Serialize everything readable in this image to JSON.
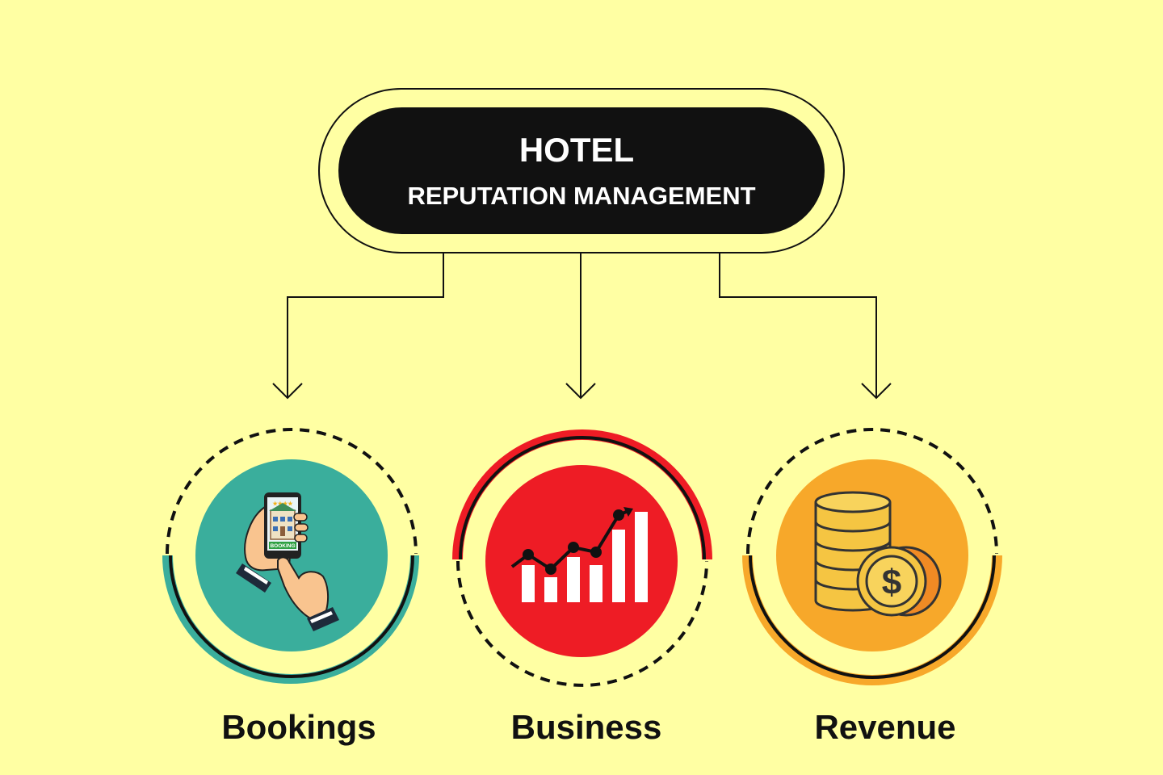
{
  "header": {
    "line1": "HOTEL",
    "line2": "REPUTATION MANAGEMENT"
  },
  "nodes": [
    {
      "label": "Bookings",
      "icon": "phone-booking-icon",
      "color": "#3AAE9C"
    },
    {
      "label": "Business",
      "icon": "growth-chart-icon",
      "color": "#EE1C25"
    },
    {
      "label": "Revenue",
      "icon": "coins-dollar-icon",
      "color": "#F7A82A"
    }
  ],
  "phone": {
    "badge": "BOOKING"
  },
  "coin": {
    "symbol": "$"
  },
  "colors": {
    "background": "#FFFFA3",
    "pill": "#111111",
    "teal": "#3AAE9C",
    "red": "#EE1C25",
    "orange": "#F7A82A"
  }
}
